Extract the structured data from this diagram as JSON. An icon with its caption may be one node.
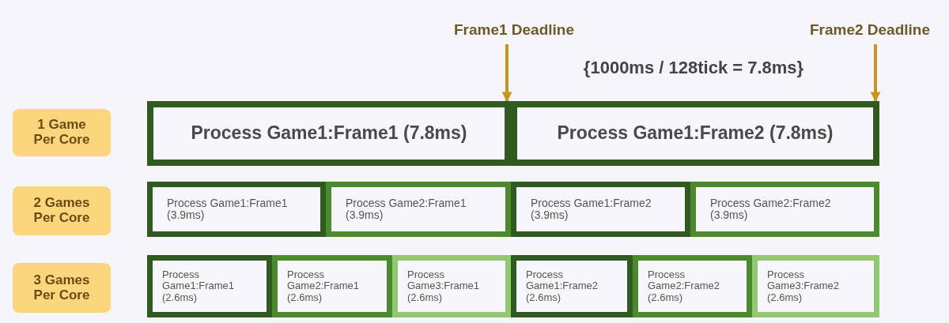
{
  "diagram": {
    "nodes": [
      {
        "text": [
          "Frame1 Deadline"
        ]
      },
      {
        "text": [
          "Frame2 Deadline"
        ]
      },
      {
        "text": [
          "1 Game Per Core"
        ]
      },
      {
        "text": [
          "Process Game1:Frame1 (7.8ms)"
        ]
      },
      {
        "text": [
          "Process Game1:Frame2 (7.8ms)"
        ]
      },
      {
        "text": [
          "2 Games Per Core"
        ]
      },
      {
        "text": [
          "Process Game1:Frame1 (3.9ms)"
        ]
      },
      {
        "text": [
          "Process Game2:Frame1 (3.9ms)"
        ]
      },
      {
        "text": [
          "Process Game1:Frame2 (3.9ms)"
        ]
      },
      {
        "text": [
          "Process Game2:Frame2 (3.9ms)"
        ]
      },
      {
        "text": [
          "3 Games Per Core"
        ]
      },
      {
        "text": [
          "Process Game1:Frame1 (2.6ms)"
        ]
      },
      {
        "text": [
          "Process Game2:Frame1 (2.6ms)"
        ]
      },
      {
        "text": [
          "Process Game3:Frame1 (2.6ms)"
        ]
      },
      {
        "text": [
          "Process Game1:Frame2 (2.6ms)"
        ]
      },
      {
        "text": [
          "Process Game2:Frame2 (2.6ms)"
        ]
      },
      {
        "text": [
          "Process Game3:Frame2 (2.6ms)"
        ]
      }
    ],
    "edges": [
      {
        "from": 0,
        "to": 3,
        "arrow": "to"
      },
      {
        "from": 1,
        "to": 4,
        "arrow": "to"
      }
    ],
    "labels": [
      "{1000ms / 128tick = 7.8ms}"
    ]
  }
}
